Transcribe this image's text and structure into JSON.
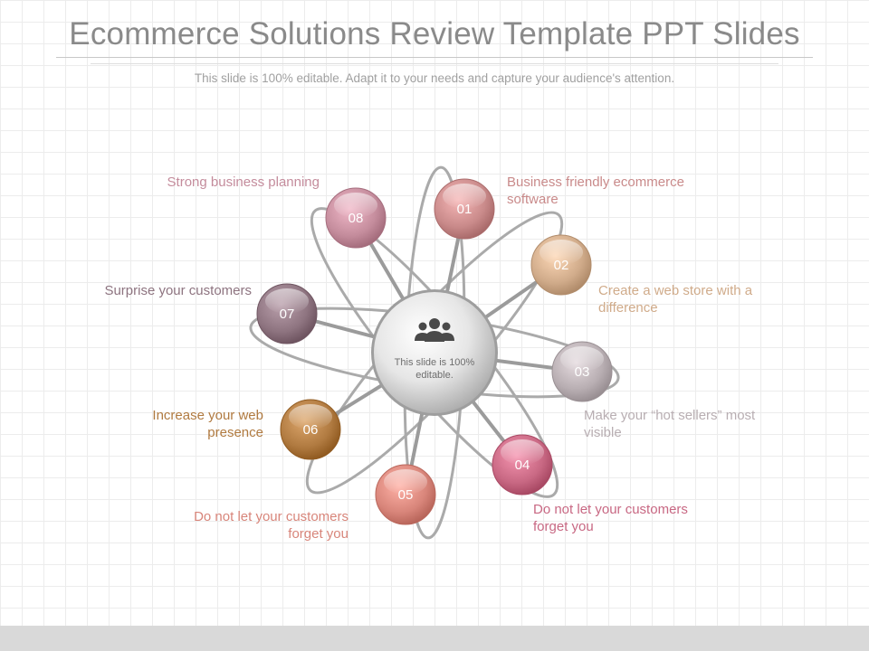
{
  "header": {
    "title": "Ecommerce Solutions Review Template PPT Slides",
    "subtitle": "This slide is 100% editable. Adapt it to your needs and capture your audience's attention."
  },
  "center": {
    "icon": "team-icon",
    "text": "This slide is 100% editable."
  },
  "nodes": [
    {
      "number": "01",
      "label": "Business friendly ecommerce software",
      "color": "#c98a8a"
    },
    {
      "number": "02",
      "label": "Create a web store with a difference",
      "color": "#d0ab8a"
    },
    {
      "number": "03",
      "label": "Make your “hot sellers” most visible",
      "color": "#b8aeb2"
    },
    {
      "number": "04",
      "label": "Do not let your customers forget you",
      "color": "#c86883"
    },
    {
      "number": "05",
      "label": "Do not let your customers forget you",
      "color": "#d8857a"
    },
    {
      "number": "06",
      "label": "Increase your web presence",
      "color": "#b07a40"
    },
    {
      "number": "07",
      "label": "Surprise your customers",
      "color": "#8e7480"
    },
    {
      "number": "08",
      "label": "Strong business planning",
      "color": "#c48c9c"
    }
  ]
}
